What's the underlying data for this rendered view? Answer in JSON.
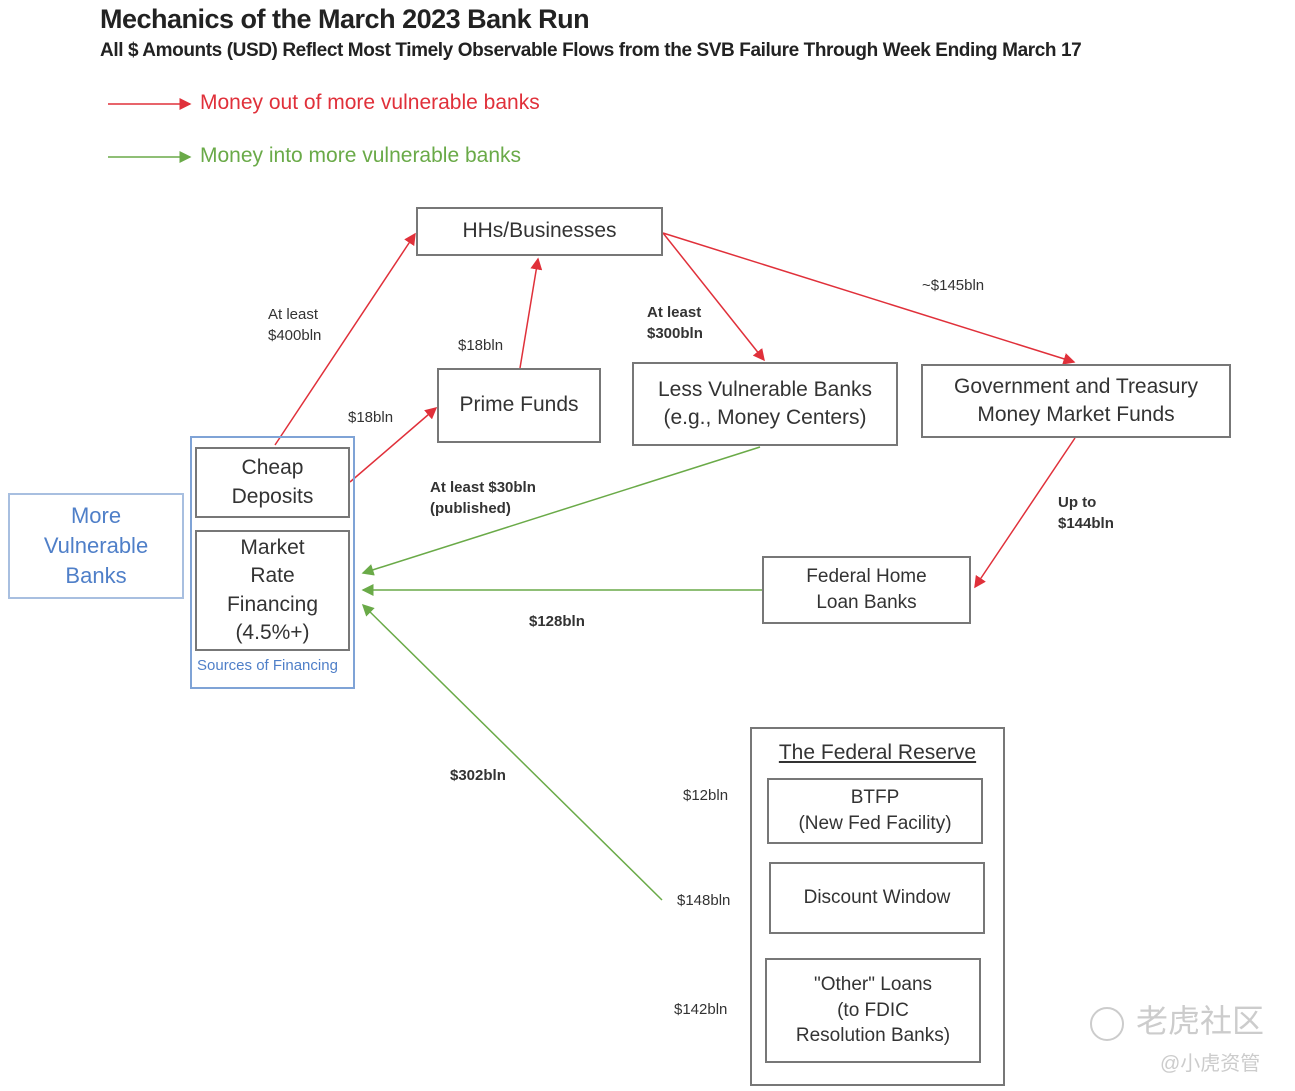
{
  "title": "Mechanics of the March 2023 Bank Run",
  "subtitle": "All $ Amounts (USD) Reflect Most Timely Observable Flows from the SVB Failure Through Week Ending March 17",
  "legend": {
    "out": "Money out of more vulnerable banks",
    "in": "Money into more vulnerable banks"
  },
  "colors": {
    "out": "#e0303a",
    "in": "#6aaa48",
    "blue": "#4f7fc8"
  },
  "nodes": {
    "hhs": "HHs/Businesses",
    "prime": "Prime Funds",
    "less_vuln_1": "Less Vulnerable Banks",
    "less_vuln_2": "(e.g., Money Centers)",
    "gov_mmf_1": "Government and Treasury",
    "gov_mmf_2": "Money Market Funds",
    "more_vuln_1": "More",
    "more_vuln_2": "Vulnerable",
    "more_vuln_3": "Banks",
    "cheap_1": "Cheap",
    "cheap_2": "Deposits",
    "mrf_1": "Market",
    "mrf_2": "Rate",
    "mrf_3": "Financing",
    "mrf_4": "(4.5%+)",
    "sources": "Sources of Financing",
    "fhlb_1": "Federal Home",
    "fhlb_2": "Loan Banks",
    "fed": "The Federal Reserve",
    "btfp_1": "BTFP",
    "btfp_2": "(New Fed Facility)",
    "dw": "Discount Window",
    "other_1": "\"Other\" Loans",
    "other_2": "(to FDIC",
    "other_3": "Resolution Banks)"
  },
  "flows": {
    "f400_1": "At least",
    "f400_2": "$400bln",
    "f18a": "$18bln",
    "f18b": "$18bln",
    "f300_1": "At least",
    "f300_2": "$300bln",
    "f145": "~$145bln",
    "f144_1": "Up to",
    "f144_2": "$144bln",
    "f30_1": "At least $30bln",
    "f30_2": "(published)",
    "f128": "$128bln",
    "f302": "$302bln",
    "f12": "$12bln",
    "f148": "$148bln",
    "f142": "$142bln"
  },
  "watermark": {
    "brand": "老虎社区",
    "user": "@小虎资管"
  }
}
